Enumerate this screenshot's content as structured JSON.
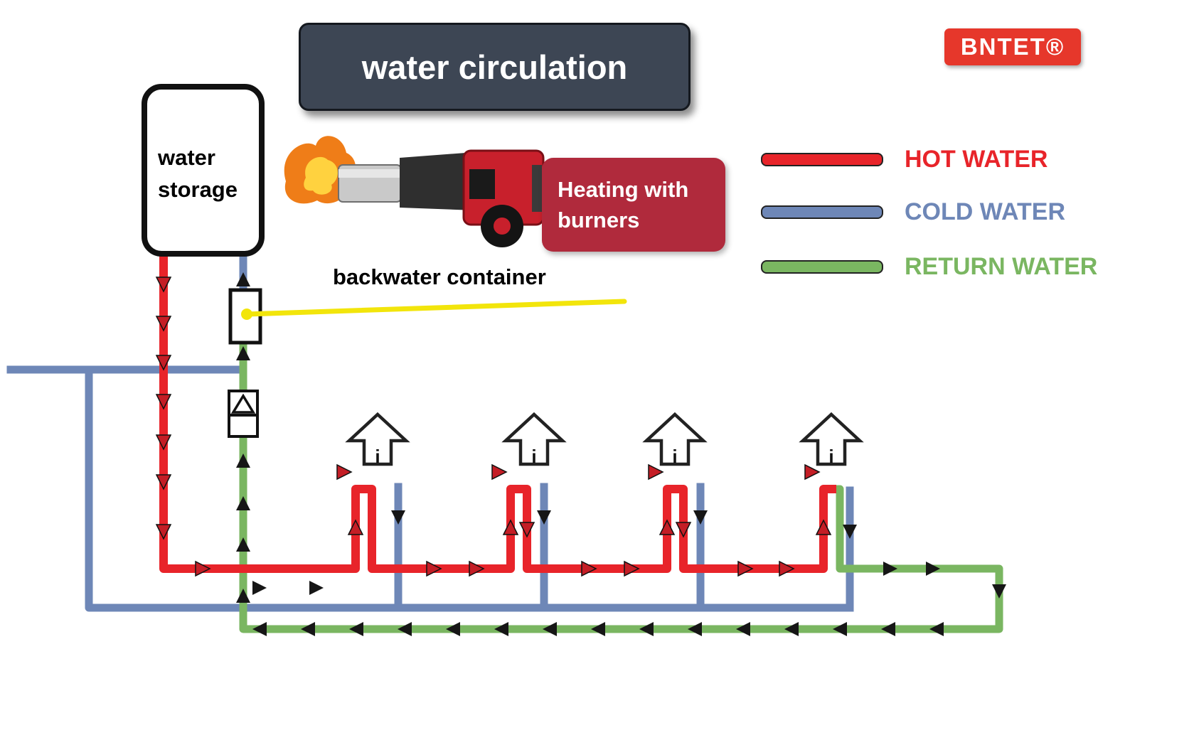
{
  "title": "water circulation",
  "logo": {
    "text": "BNTET®"
  },
  "tank": {
    "label": "water storage"
  },
  "burner": {
    "label": "Heating with burners"
  },
  "callout": {
    "label": "backwater container"
  },
  "legend": {
    "items": [
      {
        "label": "HOT WATER",
        "key": "hot"
      },
      {
        "label": "COLD WATER",
        "key": "cold"
      },
      {
        "label": "RETURN WATER",
        "key": "return"
      }
    ]
  },
  "marks": {
    "radiator_i": "i"
  },
  "colors": {
    "hot": "#e8242a",
    "cold": "#6e87b7",
    "return": "#7ab661",
    "title_bg": "#3d4654",
    "logo_bg": "#e6372b",
    "burner_label_bg": "#b02a3c",
    "callout_line": "#f2e50b"
  }
}
